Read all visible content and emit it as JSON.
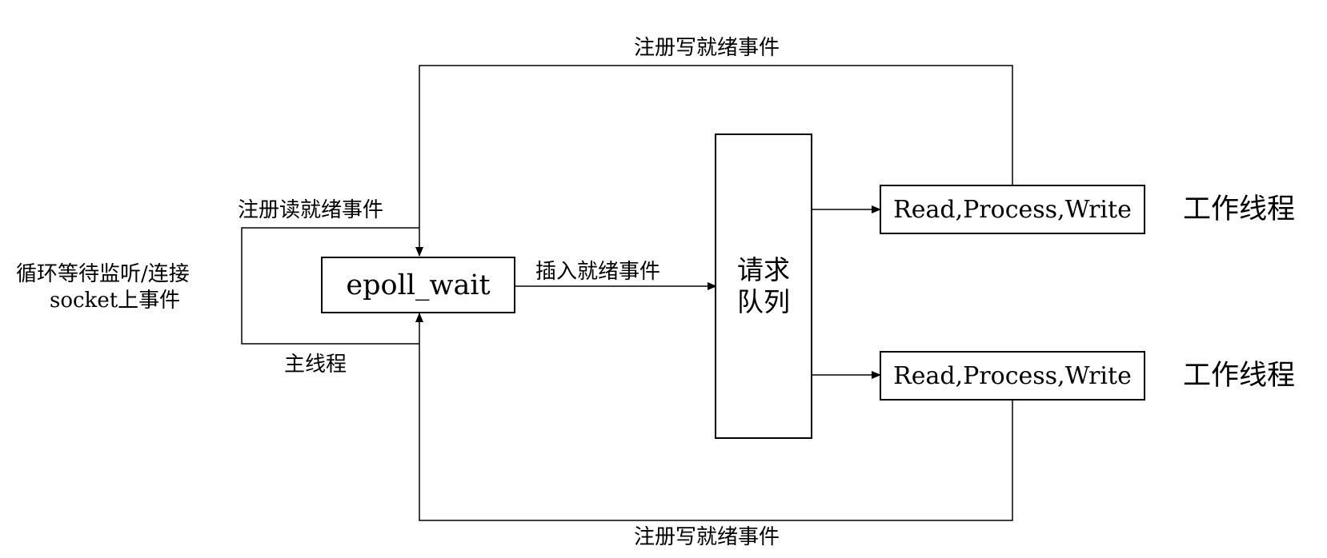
{
  "labels": {
    "register_write_top": "注册写就绪事件",
    "register_read": "注册读就绪事件",
    "loop_wait_line1": "循环等待监听/连接",
    "loop_wait_line2": "socket上事件",
    "main_thread": "主线程",
    "insert_ready": "插入就绪事件",
    "register_write_bottom": "注册写就绪事件"
  },
  "epoll_box": {
    "label": "epoll_wait"
  },
  "queue_box": {
    "line1": "请求",
    "line2": "队列"
  },
  "workers": [
    {
      "task": "Read,Process,Write",
      "role": "工作线程"
    },
    {
      "task": "Read,Process,Write",
      "role": "工作线程"
    }
  ]
}
